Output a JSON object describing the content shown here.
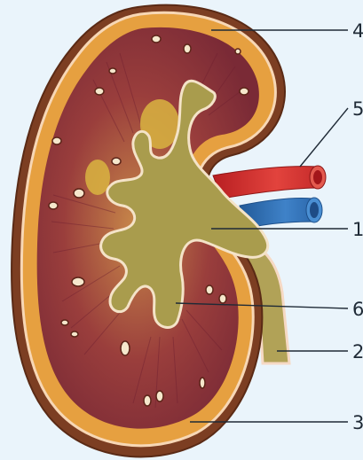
{
  "labels": [
    {
      "id": "4",
      "text": "4"
    },
    {
      "id": "5",
      "text": "5"
    },
    {
      "id": "1",
      "text": "1"
    },
    {
      "id": "6",
      "text": "6"
    },
    {
      "id": "2",
      "text": "2"
    },
    {
      "id": "3",
      "text": "3"
    }
  ],
  "colors": {
    "background": "#eaf4fb",
    "capsule": "#8a4a2a",
    "cortex": "#e39a3a",
    "medulla": "#8e2f3a",
    "pelvis": "#a99c4d",
    "artery": "#d62a2a",
    "vein": "#2f6fb3",
    "ureter": "#b1a257",
    "leader": "#1f2a36"
  }
}
